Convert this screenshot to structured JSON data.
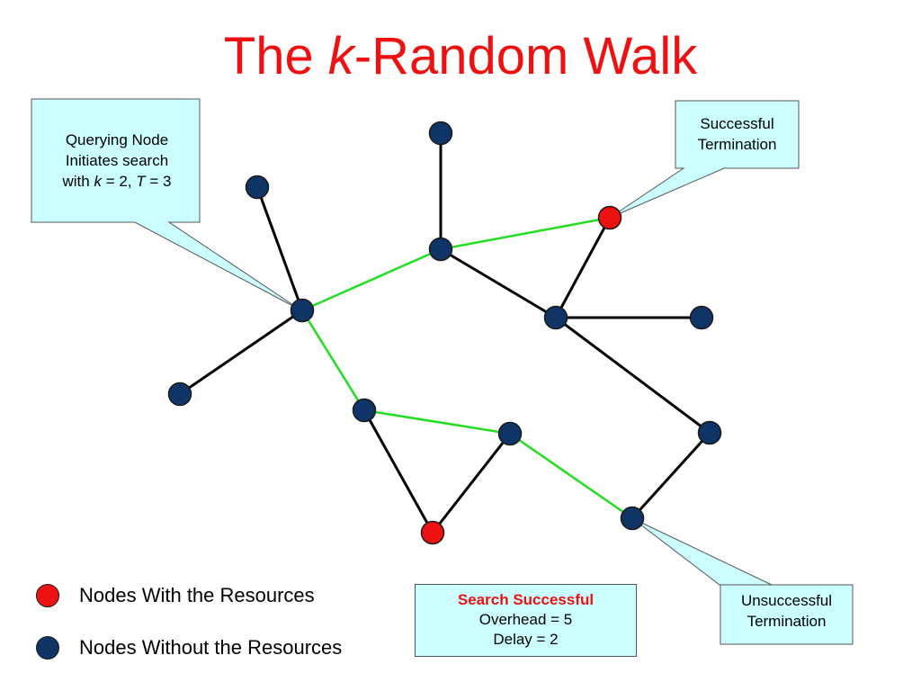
{
  "title": {
    "prefix": "The ",
    "italic": "k",
    "suffix": "-Random Walk"
  },
  "colors": {
    "title": "#ee1111",
    "resource_node": "#ee1111",
    "plain_node": "#0e3566",
    "walk_edge": "#22dd22",
    "edge": "#000000",
    "callout_fill": "#ccffff",
    "success_text": "#ee1111"
  },
  "callouts": {
    "query": {
      "line1": "Querying Node",
      "line2": "Initiates search",
      "with": "with ",
      "k": "k",
      "k_eq": " = 2, ",
      "T": "T",
      "t_eq": " = 3"
    },
    "success": {
      "line1": "Successful",
      "line2": "Termination"
    },
    "fail": {
      "line1": "Unsuccessful",
      "line2": "Termination"
    }
  },
  "legend": {
    "with": "Nodes With the Resources",
    "without": "Nodes Without  the Resources"
  },
  "result": {
    "status": "Search Successful",
    "overhead": "Overhead = 5",
    "delay": "Delay = 2"
  },
  "graph": {
    "nodes": [
      {
        "id": "q",
        "resource": false
      },
      {
        "id": "tl",
        "resource": false
      },
      {
        "id": "l",
        "resource": false
      },
      {
        "id": "top",
        "resource": false
      },
      {
        "id": "m",
        "resource": false
      },
      {
        "id": "rs",
        "resource": true
      },
      {
        "id": "r1",
        "resource": false
      },
      {
        "id": "r2",
        "resource": false
      },
      {
        "id": "b1",
        "resource": false
      },
      {
        "id": "b2",
        "resource": false
      },
      {
        "id": "br",
        "resource": true
      },
      {
        "id": "rr",
        "resource": false
      },
      {
        "id": "uf",
        "resource": false
      }
    ],
    "edges": [
      {
        "from": "q",
        "to": "tl",
        "walk": false
      },
      {
        "from": "q",
        "to": "l",
        "walk": false
      },
      {
        "from": "q",
        "to": "m",
        "walk": true
      },
      {
        "from": "top",
        "to": "m",
        "walk": false
      },
      {
        "from": "m",
        "to": "rs",
        "walk": true
      },
      {
        "from": "m",
        "to": "r1",
        "walk": false
      },
      {
        "from": "rs",
        "to": "r1",
        "walk": false
      },
      {
        "from": "r1",
        "to": "r2",
        "walk": false
      },
      {
        "from": "r1",
        "to": "rr",
        "walk": false
      },
      {
        "from": "rr",
        "to": "uf",
        "walk": false
      },
      {
        "from": "q",
        "to": "b1",
        "walk": true
      },
      {
        "from": "b1",
        "to": "b2",
        "walk": true
      },
      {
        "from": "b1",
        "to": "br",
        "walk": false
      },
      {
        "from": "b2",
        "to": "br",
        "walk": false
      },
      {
        "from": "b2",
        "to": "uf",
        "walk": true
      }
    ]
  }
}
